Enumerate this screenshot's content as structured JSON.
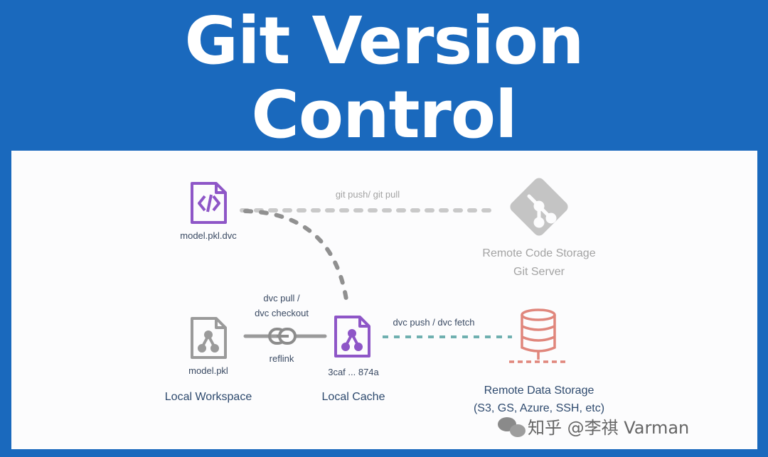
{
  "title": {
    "line1": "Git Version",
    "line2": "Control"
  },
  "nodes": {
    "dvc_file": {
      "label": "model.pkl.dvc",
      "icon": "code-file-icon"
    },
    "workspace_file": {
      "label": "model.pkl",
      "caption": "Local Workspace",
      "icon": "file-graph-icon"
    },
    "cache_file": {
      "label": "3caf ... 874a",
      "caption": "Local Cache",
      "icon": "file-graph-icon"
    },
    "git_server": {
      "line1": "Remote Code Storage",
      "line2": "Git Server",
      "icon": "git-logo-icon"
    },
    "data_storage": {
      "line1": "Remote Data Storage",
      "line2": "(S3, GS, Azure, SSH, etc)",
      "icon": "database-icon"
    }
  },
  "edges": {
    "git": {
      "label": "git push/ git pull"
    },
    "dvc_pull": {
      "line1": "dvc pull /",
      "line2": "dvc checkout"
    },
    "reflink": {
      "label": "reflink"
    },
    "dvc_push": {
      "label": "dvc push / dvc fetch"
    }
  },
  "watermark": "知乎 @李祺 Varman",
  "colors": {
    "header_bg": "#1a69bd",
    "purple": "#8e56c7",
    "gray": "#9a9a9a",
    "teal": "#6fb0b0",
    "salmon": "#e0867c"
  }
}
